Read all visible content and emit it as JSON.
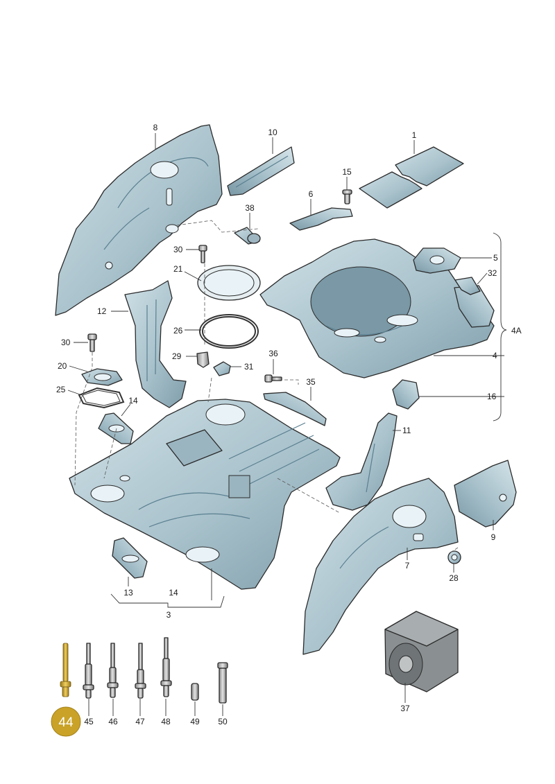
{
  "diagram": {
    "labels": {
      "l1": "1",
      "l3": "3",
      "l4": "4",
      "l4a": "4A",
      "l5": "5",
      "l6": "6",
      "l7": "7",
      "l8": "8",
      "l9": "9",
      "l10": "10",
      "l11": "11",
      "l12": "12",
      "l13": "13",
      "l14a": "14",
      "l14b": "14",
      "l15": "15",
      "l16": "16",
      "l20": "20",
      "l21": "21",
      "l25": "25",
      "l26": "26",
      "l28": "28",
      "l29": "29",
      "l30a": "30",
      "l30b": "30",
      "l31": "31",
      "l32": "32",
      "l35": "35",
      "l36": "36",
      "l37": "37",
      "l38": "38",
      "l45": "45",
      "l46": "46",
      "l47": "47",
      "l48": "48",
      "l49": "49",
      "l50": "50"
    },
    "badge": {
      "text": "44",
      "color": "#c9a227"
    },
    "colors": {
      "panel": "#a9c2cc",
      "panel_dark": "#7f9eab",
      "panel_light": "#cfe0e6",
      "hardware": "#b8b8b8"
    }
  }
}
